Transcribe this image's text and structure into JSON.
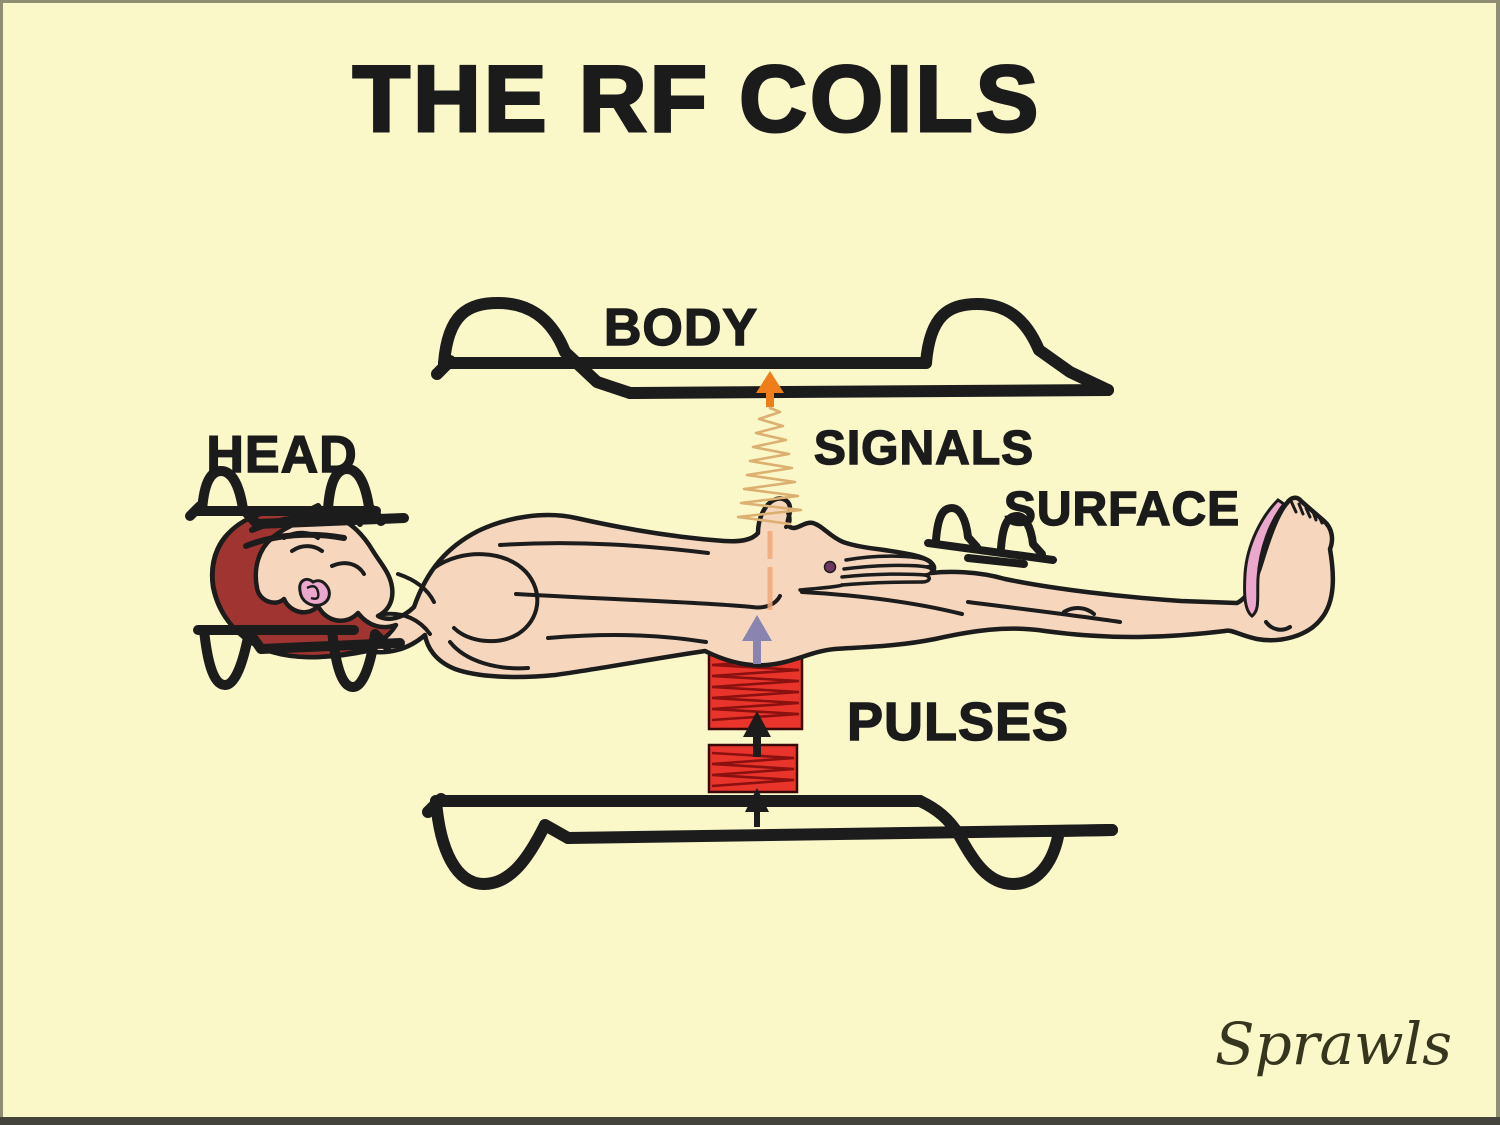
{
  "slide": {
    "title": "THE RF COILS",
    "signature": "Sprawls",
    "background_color": "#FAF7C9",
    "border_color": "#8F8D72",
    "bottom_border_color": "#44443C"
  },
  "coils": {
    "body_label": "BODY",
    "head_label": "HEAD",
    "surface_label": "SURFACE",
    "outline_color": "#1c1c1c"
  },
  "rf": {
    "signals_label": "SIGNALS",
    "pulses_label": "PULSES",
    "signal_arrow_color": "#EE7D1A",
    "signal_spring_color": "#DCB070",
    "signal_body_line_color": "#F2A878",
    "pulse_coil_color": "#E8342A",
    "pulse_coil_winding_color": "#8B1010",
    "pulse_arrow_color": "#1c1c1c",
    "body_entry_arrow_color": "#8A84B0"
  },
  "patient": {
    "skin_color": "#F6D7BE",
    "hair_color": "#A03430",
    "accent_pink": "#ECA8CC",
    "ring_color": "#6E3660"
  }
}
